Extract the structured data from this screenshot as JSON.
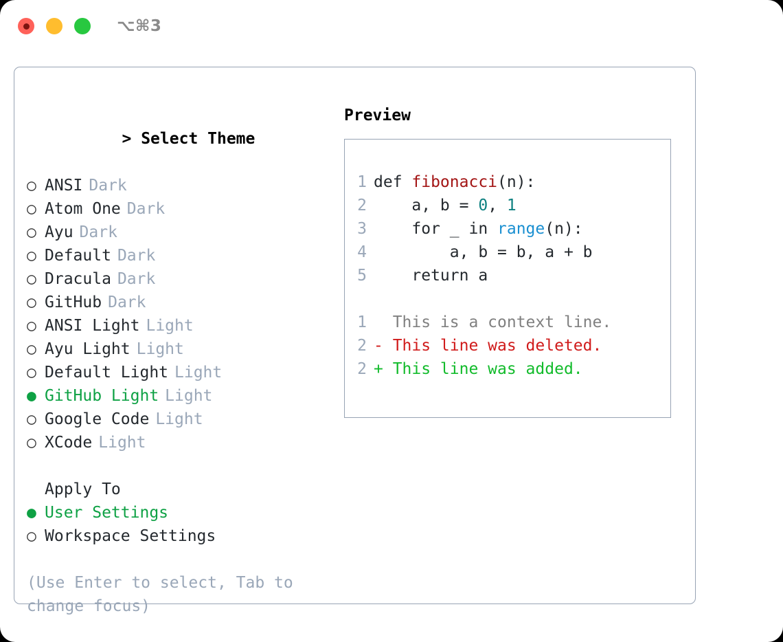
{
  "titlebar": {
    "shortcut": "⌥⌘3",
    "buttons": [
      {
        "name": "close",
        "color": "#ff6159"
      },
      {
        "name": "minimize",
        "color": "#ffbd2e"
      },
      {
        "name": "zoom",
        "color": "#28c840"
      }
    ]
  },
  "colors": {
    "accent_green": "#0ea144",
    "muted": "#9aa7b8",
    "text": "#24292e",
    "border": "#97a3b4",
    "diff_add": "#12bb2b",
    "diff_del": "#d01b1b",
    "syntax_function": "#a31515",
    "syntax_number": "#0d8080",
    "syntax_builtin": "#1a8fd1"
  },
  "theme_list": {
    "caret": ">",
    "title": "Select Theme",
    "marker_unselected": "○",
    "marker_selected": "●",
    "items": [
      {
        "name": "ANSI",
        "kind": "Dark",
        "selected": false
      },
      {
        "name": "Atom One",
        "kind": "Dark",
        "selected": false
      },
      {
        "name": "Ayu",
        "kind": "Dark",
        "selected": false
      },
      {
        "name": "Default",
        "kind": "Dark",
        "selected": false
      },
      {
        "name": "Dracula",
        "kind": "Dark",
        "selected": false
      },
      {
        "name": "GitHub",
        "kind": "Dark",
        "selected": false
      },
      {
        "name": "ANSI Light",
        "kind": "Light",
        "selected": false
      },
      {
        "name": "Ayu Light",
        "kind": "Light",
        "selected": false
      },
      {
        "name": "Default Light",
        "kind": "Light",
        "selected": false
      },
      {
        "name": "GitHub Light",
        "kind": "Light",
        "selected": true
      },
      {
        "name": "Google Code",
        "kind": "Light",
        "selected": false
      },
      {
        "name": "XCode",
        "kind": "Light",
        "selected": false
      }
    ]
  },
  "apply_to": {
    "title": "Apply To",
    "items": [
      {
        "name": "User Settings",
        "selected": true
      },
      {
        "name": "Workspace Settings",
        "selected": false
      }
    ]
  },
  "hint": "(Use Enter to select, Tab to change focus)",
  "preview": {
    "title": "Preview",
    "code_lines": [
      {
        "num": "1",
        "indent": "",
        "parts": [
          {
            "text": "def ",
            "style": "plain"
          },
          {
            "text": "fibonacci",
            "style": "fn"
          },
          {
            "text": "(n):",
            "style": "plain"
          }
        ]
      },
      {
        "num": "2",
        "indent": "    ",
        "parts": [
          {
            "text": "a, b = ",
            "style": "plain"
          },
          {
            "text": "0",
            "style": "num"
          },
          {
            "text": ", ",
            "style": "plain"
          },
          {
            "text": "1",
            "style": "num"
          }
        ]
      },
      {
        "num": "3",
        "indent": "    ",
        "parts": [
          {
            "text": "for _ in ",
            "style": "plain"
          },
          {
            "text": "range",
            "style": "blue"
          },
          {
            "text": "(n):",
            "style": "plain"
          }
        ]
      },
      {
        "num": "4",
        "indent": "        ",
        "parts": [
          {
            "text": "a, b = b, a + b",
            "style": "plain"
          }
        ]
      },
      {
        "num": "5",
        "indent": "    ",
        "parts": [
          {
            "text": "return a",
            "style": "plain"
          }
        ]
      },
      {
        "num": "",
        "indent": "",
        "parts": []
      },
      {
        "num": "1",
        "indent": "",
        "parts": [
          {
            "text": "  This is a context line.",
            "style": "ctx"
          }
        ]
      },
      {
        "num": "2",
        "indent": "",
        "parts": [
          {
            "text": "- This line was deleted.",
            "style": "del"
          }
        ]
      },
      {
        "num": "2",
        "indent": "",
        "parts": [
          {
            "text": "+ This line was added.",
            "style": "add"
          }
        ]
      }
    ]
  }
}
